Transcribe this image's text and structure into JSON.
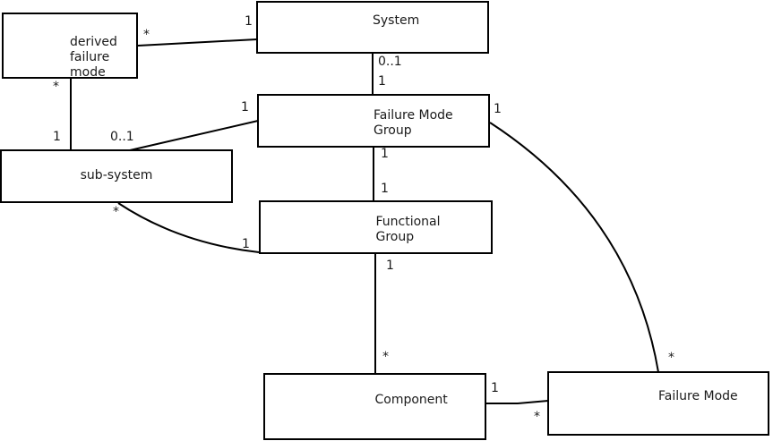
{
  "diagram": {
    "type": "uml-class-diagram",
    "colors": {
      "background": "#ffffff",
      "line": "#000000",
      "text": "#1a1a1a"
    },
    "nodes": [
      {
        "id": "derived-failure-mode",
        "label": "derived\nfailure\nmode"
      },
      {
        "id": "system",
        "label": "System"
      },
      {
        "id": "failure-mode-group",
        "label": "Failure Mode\nGroup"
      },
      {
        "id": "sub-system",
        "label": "sub-system"
      },
      {
        "id": "functional-group",
        "label": "Functional\nGroup"
      },
      {
        "id": "component",
        "label": "Component"
      },
      {
        "id": "failure-mode",
        "label": "Failure Mode"
      }
    ],
    "associations": [
      {
        "from": "derived failure mode",
        "to": "System",
        "from_mult": "*",
        "to_mult": "1"
      },
      {
        "from": "derived failure mode",
        "to": "sub-system",
        "from_mult": "*",
        "to_mult": "1"
      },
      {
        "from": "sub-system",
        "to": "Failure Mode Group",
        "from_mult": "0..1",
        "to_mult": "1"
      },
      {
        "from": "System",
        "to": "Failure Mode Group",
        "from_mult": "0..1",
        "to_mult": "1"
      },
      {
        "from": "Failure Mode Group",
        "to": "Functional Group",
        "from_mult": "1",
        "to_mult": "1"
      },
      {
        "from": "sub-system",
        "to": "Functional Group",
        "from_mult": "*",
        "to_mult": "1"
      },
      {
        "from": "Functional Group",
        "to": "Component",
        "from_mult": "1",
        "to_mult": "*"
      },
      {
        "from": "Component",
        "to": "Failure Mode",
        "from_mult": "1",
        "to_mult": "*"
      },
      {
        "from": "Failure Mode Group",
        "to": "Failure Mode",
        "from_mult": "1",
        "to_mult": "*"
      }
    ]
  }
}
